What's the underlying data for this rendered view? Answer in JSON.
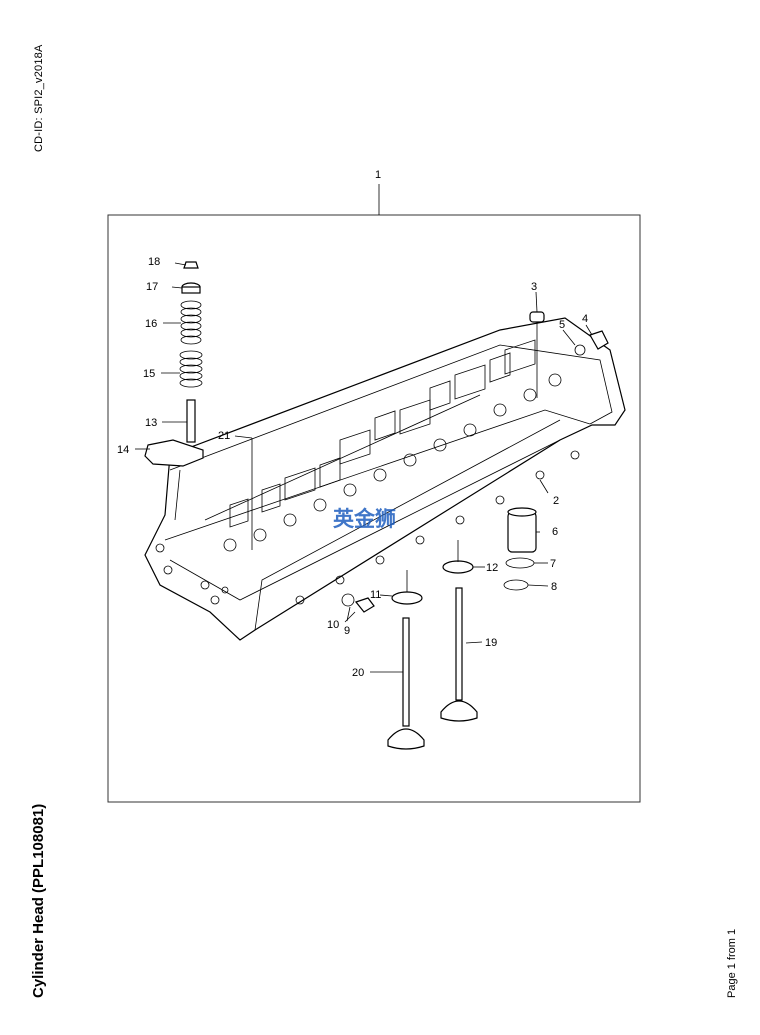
{
  "header": {
    "cd_id": "CD-ID: SPI2_v2018A"
  },
  "footer": {
    "title": "Cylinder Head (PPL108081)",
    "page": "Page 1 from 1"
  },
  "watermark": "英金狮",
  "diagram": {
    "labels": [
      "1",
      "2",
      "3",
      "4",
      "5",
      "6",
      "7",
      "8",
      "9",
      "10",
      "11",
      "12",
      "13",
      "14",
      "15",
      "16",
      "17",
      "18",
      "19",
      "20",
      "21"
    ]
  }
}
